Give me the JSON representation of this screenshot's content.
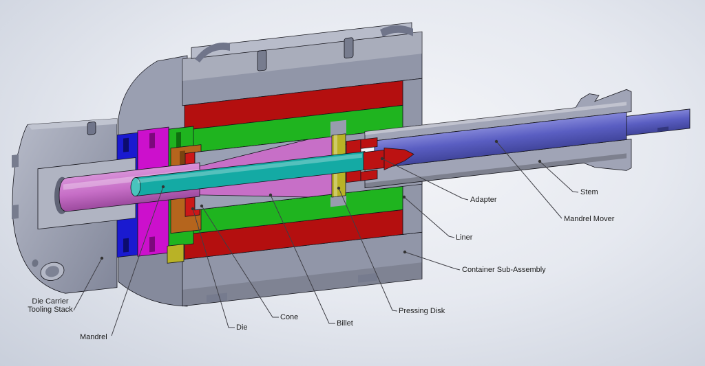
{
  "diagram": {
    "kind": "cad-cross-section-view",
    "background_color": "#e6e9f0",
    "line_color": "#3f3f46"
  },
  "labels": [
    {
      "id": "die-carrier-tooling-stack",
      "text": "Die Carrier Tooling Stack"
    },
    {
      "id": "mandrel",
      "text": "Mandrel"
    },
    {
      "id": "die",
      "text": "Die"
    },
    {
      "id": "cone",
      "text": "Cone"
    },
    {
      "id": "billet",
      "text": "Billet"
    },
    {
      "id": "pressing-disk",
      "text": "Pressing Disk"
    },
    {
      "id": "container-sub-assembly",
      "text": "Container Sub-Assembly"
    },
    {
      "id": "liner",
      "text": "Liner"
    },
    {
      "id": "adapter",
      "text": "Adapter"
    },
    {
      "id": "mandrel-mover",
      "text": "Mandrel Mover"
    },
    {
      "id": "stem",
      "text": "Stem"
    }
  ],
  "parts": {
    "container": {
      "name": "Container Sub-Assembly",
      "color": "#9196a8"
    },
    "container_band": {
      "name": "Container inner band",
      "color": "#b40f0f"
    },
    "liner": {
      "name": "Liner",
      "color": "#1fb41f"
    },
    "billet": {
      "name": "Billet",
      "color": "#c76fc7"
    },
    "mandrel": {
      "name": "Mandrel",
      "color": "#14aaa4"
    },
    "pressing_disk": {
      "name": "Pressing Disk",
      "color": "#b9b226"
    },
    "adapter": {
      "name": "Adapter",
      "color": "#bc1212"
    },
    "die": {
      "name": "Die",
      "color": "#cc1818"
    },
    "cone": {
      "name": "Cone",
      "color": "#9aa0b4"
    },
    "orange_ring": {
      "name": "Die stack ring (orange)",
      "color": "#b5651d"
    },
    "blue_ring": {
      "name": "Die stack ring (blue)",
      "color": "#1a1ad0"
    },
    "magenta_ring": {
      "name": "Die stack ring (magenta)",
      "color": "#cc10cc"
    },
    "yellow_spacer": {
      "name": "Die stack spacer",
      "color": "#b9b226"
    },
    "die_carrier": {
      "name": "Die Carrier",
      "color": "#8f94a6"
    },
    "bore": {
      "name": "Bore wall",
      "color": "#989cae"
    },
    "stem": {
      "name": "Stem",
      "color": "#a0a4b6"
    },
    "mandrel_mover": {
      "name": "Mandrel Mover",
      "color": "#5a5ec2"
    }
  }
}
